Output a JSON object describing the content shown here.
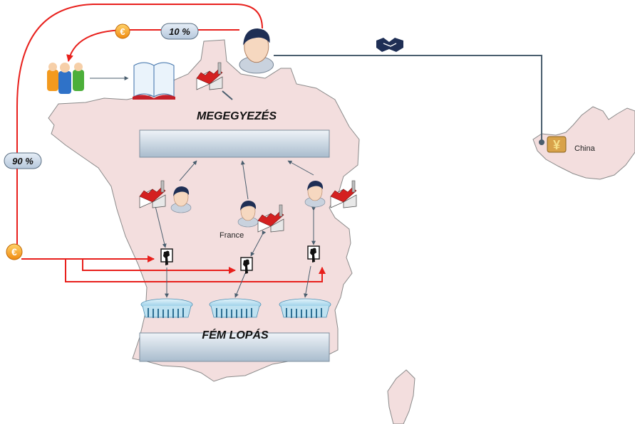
{
  "labels": {
    "agreement": "MEGEGYEZÉS",
    "metal_theft": "FÉM LOPÁS",
    "france": "France",
    "china": "China",
    "pct_10": "10 %",
    "pct_90": "90 %",
    "euro_symbol": "€",
    "yuan_symbol": "¥"
  },
  "colors": {
    "map_fill": "#f3dede",
    "map_stroke": "#8a8a8a",
    "money_flow": "#e8201c",
    "connector": "#4a5e6e",
    "badge_fill": "#c9d7e6",
    "box_top": "#dfe8f0",
    "box_bottom": "#aebfce"
  },
  "icons": [
    "handshake-icon",
    "businessman-icon",
    "factory-icon",
    "people-group-icon",
    "book-icon",
    "euro-coin-icon",
    "thief-icon",
    "stadium-icon",
    "yuan-coin-icon"
  ]
}
